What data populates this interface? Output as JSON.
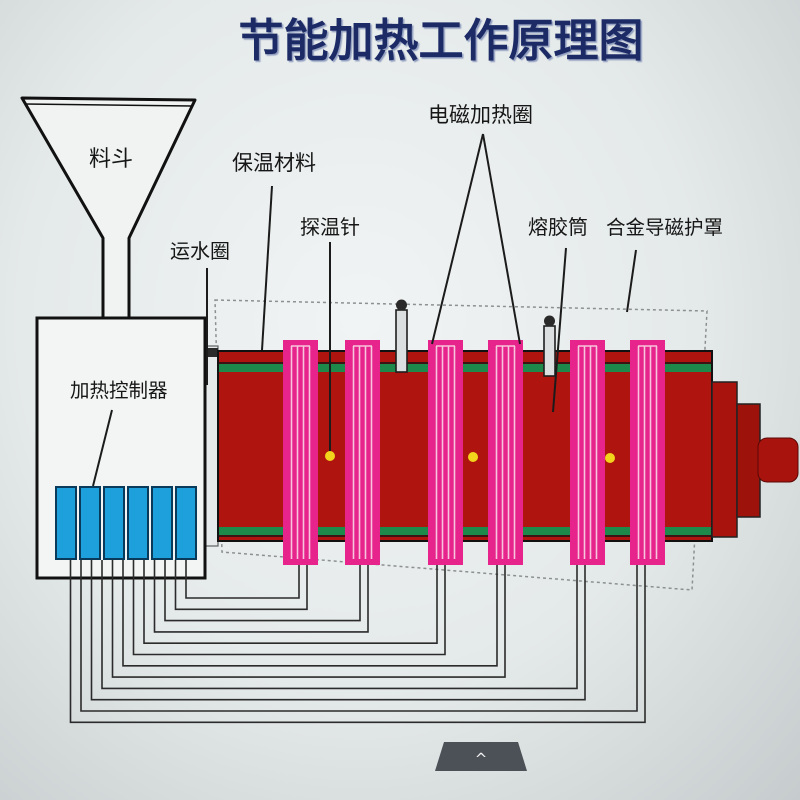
{
  "title": "节能加热工作原理图",
  "labels": {
    "hopper": "料斗",
    "insulation": "保温材料",
    "induction_coil": "电磁加热圈",
    "water_ring": "运水圈",
    "temp_probe": "探温针",
    "melt_barrel": "熔胶筒",
    "alloy_shield": "合金导磁护罩",
    "controller": "加热控制器"
  },
  "colors": {
    "title": "#1c2b66",
    "barrel": "#b0140e",
    "barrel_band": "#1d8a4c",
    "coil": "#e6248b",
    "controller_module": "#1da0dc",
    "probe_dot": "#f2d41c",
    "wire": "#2b2b2b"
  },
  "toggle": {
    "icon": "chevron-up-icon",
    "glyph": "^"
  }
}
